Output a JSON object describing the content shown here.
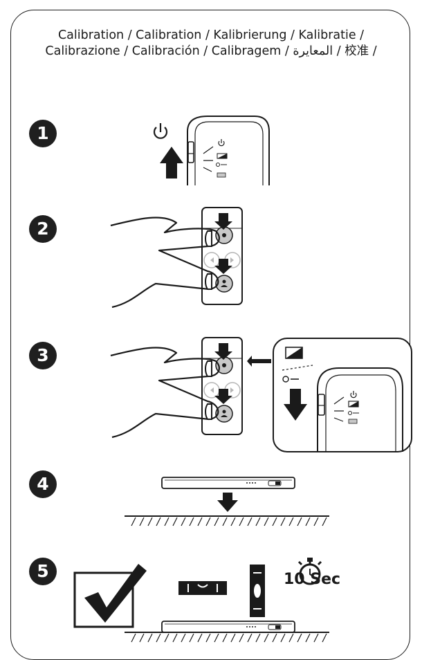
{
  "title": {
    "line1": "Calibration / Calibration / Kalibrierung / Kalibratie /",
    "line2": "Calibrazione / Calibración / Calibragem / المعايرة / 校准 /"
  },
  "steps": [
    "1",
    "2",
    "3",
    "4",
    "5"
  ],
  "step5": {
    "timer_label": "10 Sec"
  },
  "icons": [
    "power-icon",
    "arrow-up-icon",
    "arrow-down-icon",
    "hand-icon",
    "checkmark-icon",
    "level-icon",
    "stopwatch-icon"
  ],
  "colors": {
    "ink": "#1a1a1a",
    "light_gray": "#c8c8c8",
    "white": "#ffffff"
  }
}
